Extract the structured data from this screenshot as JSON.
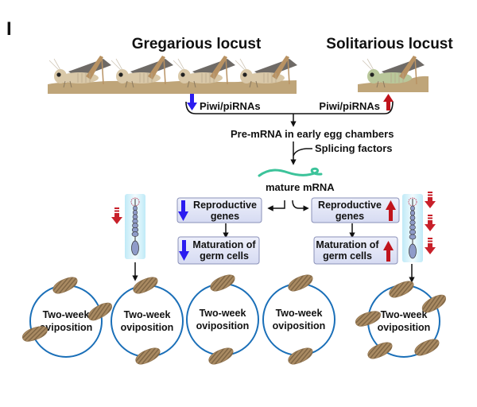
{
  "panel_label": "I",
  "groups": {
    "gregarious": {
      "title": "Gregarious locust",
      "locust_count": 4,
      "color": "#d9c8a8"
    },
    "solitarious": {
      "title": "Solitarious locust",
      "locust_count": 1,
      "color": "#b9c79a"
    }
  },
  "pathway": {
    "piwi_left": {
      "label": "Piwi/piRNAs",
      "direction": "down",
      "color": "#2b1cf0"
    },
    "piwi_right": {
      "label": "Piwi/piRNAs",
      "direction": "up",
      "color": "#c0141c"
    },
    "pre_mrna": "Pre-mRNA in early egg chambers",
    "splicing": "Splicing factors",
    "mature": "mature mRNA",
    "mrna_color": "#3cc39a"
  },
  "boxes": {
    "left": [
      {
        "line1": "Reproductive",
        "line2": "genes",
        "direction": "down"
      },
      {
        "line1": "Maturation of",
        "line2": "germ cells",
        "direction": "down"
      }
    ],
    "right": [
      {
        "line1": "Reproductive",
        "line2": "genes",
        "direction": "up"
      },
      {
        "line1": "Maturation of",
        "line2": "germ cells",
        "direction": "up"
      }
    ]
  },
  "ovarioles": {
    "left": {
      "arrow_direction": "down",
      "arrow_count": 1
    },
    "right": {
      "arrow_direction": "down",
      "arrow_count": 3
    }
  },
  "oviposition": {
    "label_line1": "Two-week",
    "label_line2": "oviposition",
    "circles": [
      {
        "group": "gregarious",
        "egg_pods": 3
      },
      {
        "group": "gregarious",
        "egg_pods": 2
      },
      {
        "group": "gregarious",
        "egg_pods": 2
      },
      {
        "group": "gregarious",
        "egg_pods": 2
      },
      {
        "group": "solitarious",
        "egg_pods": 5
      }
    ]
  },
  "colors": {
    "circle": "#1a6fb8",
    "egg_pod": "#a98a62",
    "box_fill": "#dfe3f5",
    "box_stroke": "#8a90b8",
    "ground": "#bfa579",
    "ovariole_bg": "#c9eef8",
    "down_arrow": "#2b1cf0",
    "up_arrow": "#c0141c",
    "red_arrow": "#c8202a"
  }
}
